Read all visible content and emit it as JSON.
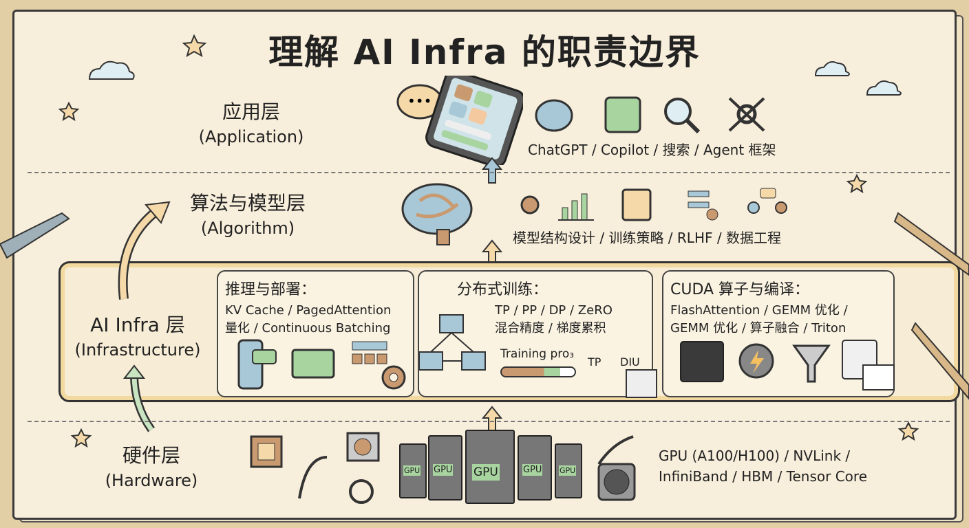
{
  "title": "理解 AI Infra 的职责边界",
  "layers": {
    "application": {
      "name": "应用层",
      "sub": "(Application)",
      "desc": "ChatGPT / Copilot / 搜索 / Agent 框架",
      "icons": [
        "chat-bubble-icon",
        "tablet-icon",
        "chatbot-face-icon",
        "robot-coder-icon",
        "magnifier-icon",
        "tools-gear-icon"
      ]
    },
    "algorithm": {
      "name": "算法与模型层",
      "sub": "(Algorithm)",
      "desc": "模型结构设计 / 训练策略 / RLHF / 数据工程",
      "icons": [
        "brain-icon",
        "neuron-icon",
        "bar-chart-icon",
        "clipboard-icon",
        "rlhf-flow-icon",
        "data-people-icon"
      ]
    },
    "infra": {
      "name": "AI Infra 层",
      "sub": "(Infrastructure)",
      "boxes": [
        {
          "title": "推理与部署：",
          "lines": [
            "KV Cache / PagedAttention",
            "量化 / Continuous Batching"
          ]
        },
        {
          "title": "分布式训练：",
          "lines": [
            "TP / PP / DP / ZeRO",
            "混合精度 / 梯度累积"
          ],
          "progress_label": "Training pro₃",
          "progress": {
            "brown": 0.58,
            "green": 0.8
          },
          "tp_label": "TP",
          "dp_label": "DIU"
        },
        {
          "title": "CUDA 算子与编译：",
          "lines": [
            "FlashAttention / GEMM 优化 /",
            "GEMM 优化 / 算子融合 / Triton"
          ]
        }
      ]
    },
    "hardware": {
      "name": "硬件层",
      "sub": "(Hardware)",
      "desc_lines": [
        "GPU (A100/H100) / NVLink /",
        "InfiniBand / HBM / Tensor Core"
      ],
      "gpu_label": "GPU"
    }
  },
  "colors": {
    "paper": "#f7eedb",
    "background": "#e3cfa6",
    "green": "#a8d4a0",
    "brown": "#c99a70",
    "blue": "#a8c8d8"
  }
}
